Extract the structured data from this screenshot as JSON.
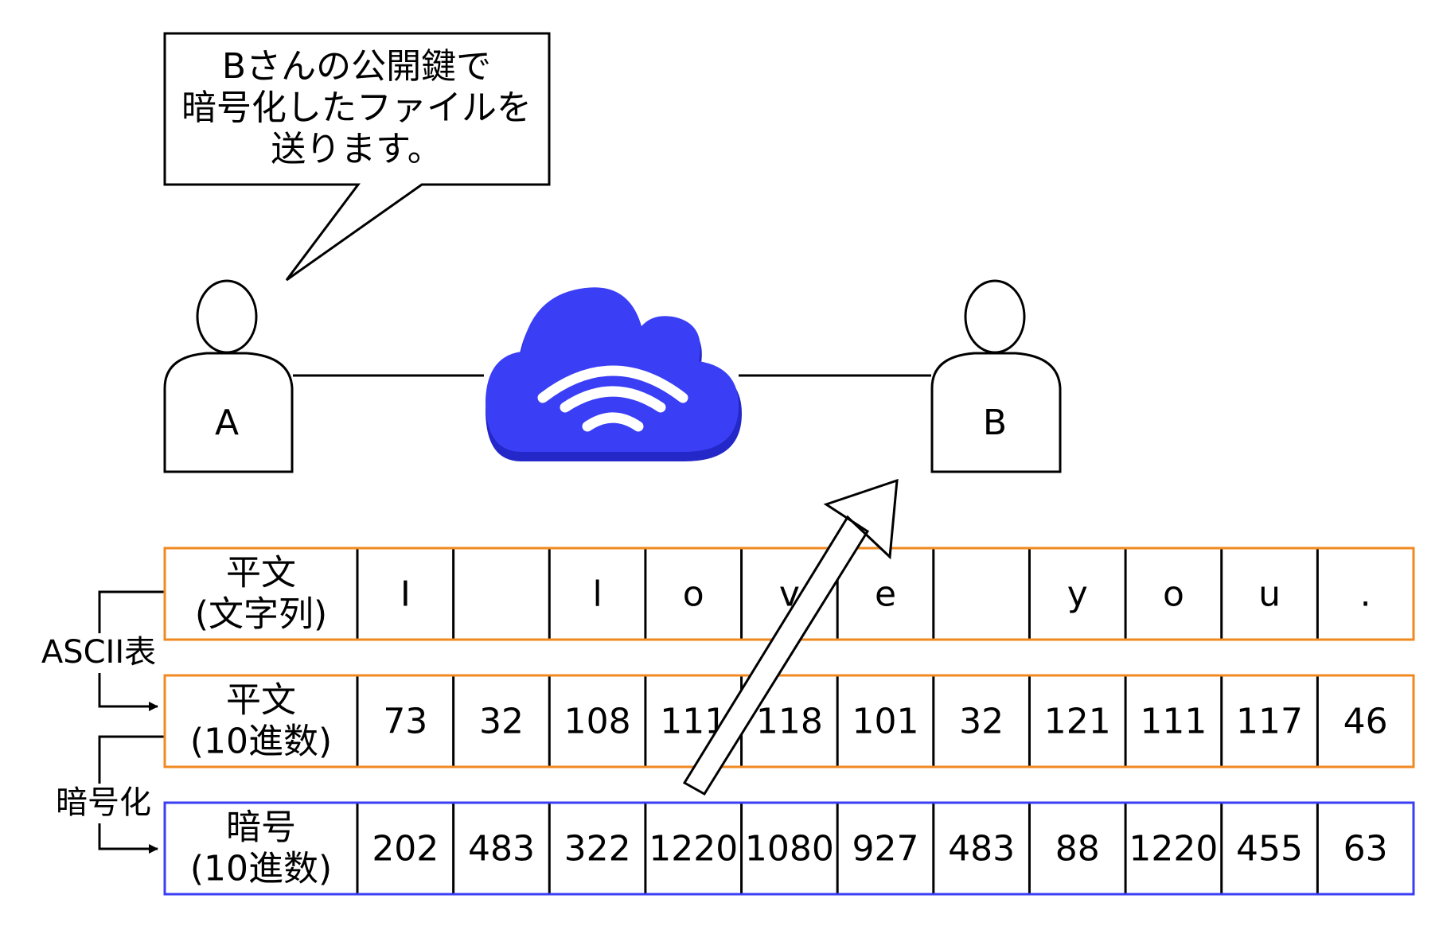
{
  "speech_bubble": {
    "lines": [
      "Bさんの公開鍵で",
      "暗号化したファイルを",
      "送ります。"
    ]
  },
  "person_a": {
    "label": "A"
  },
  "person_b": {
    "label": "B"
  },
  "cloud": {
    "icon": "wifi-cloud-icon",
    "color": "#3a3ef5"
  },
  "colors": {
    "plain_border": "#f08a20",
    "cipher_border": "#3a3ef5"
  },
  "side_labels": {
    "ascii": "ASCII表",
    "encrypt": "暗号化"
  },
  "rows": [
    {
      "header": [
        "平文",
        "(文字列)"
      ],
      "border": "plain",
      "cells": [
        "I",
        "",
        "l",
        "o",
        "v",
        "e",
        "",
        "y",
        "o",
        "u",
        "."
      ]
    },
    {
      "header": [
        "平文",
        "(10進数)"
      ],
      "border": "plain",
      "cells": [
        "73",
        "32",
        "108",
        "111",
        "118",
        "101",
        "32",
        "121",
        "111",
        "117",
        "46"
      ]
    },
    {
      "header": [
        "暗号",
        "(10進数)"
      ],
      "border": "cipher",
      "cells": [
        "202",
        "483",
        "322",
        "1220",
        "1080",
        "927",
        "483",
        "88",
        "1220",
        "455",
        "63"
      ]
    }
  ]
}
